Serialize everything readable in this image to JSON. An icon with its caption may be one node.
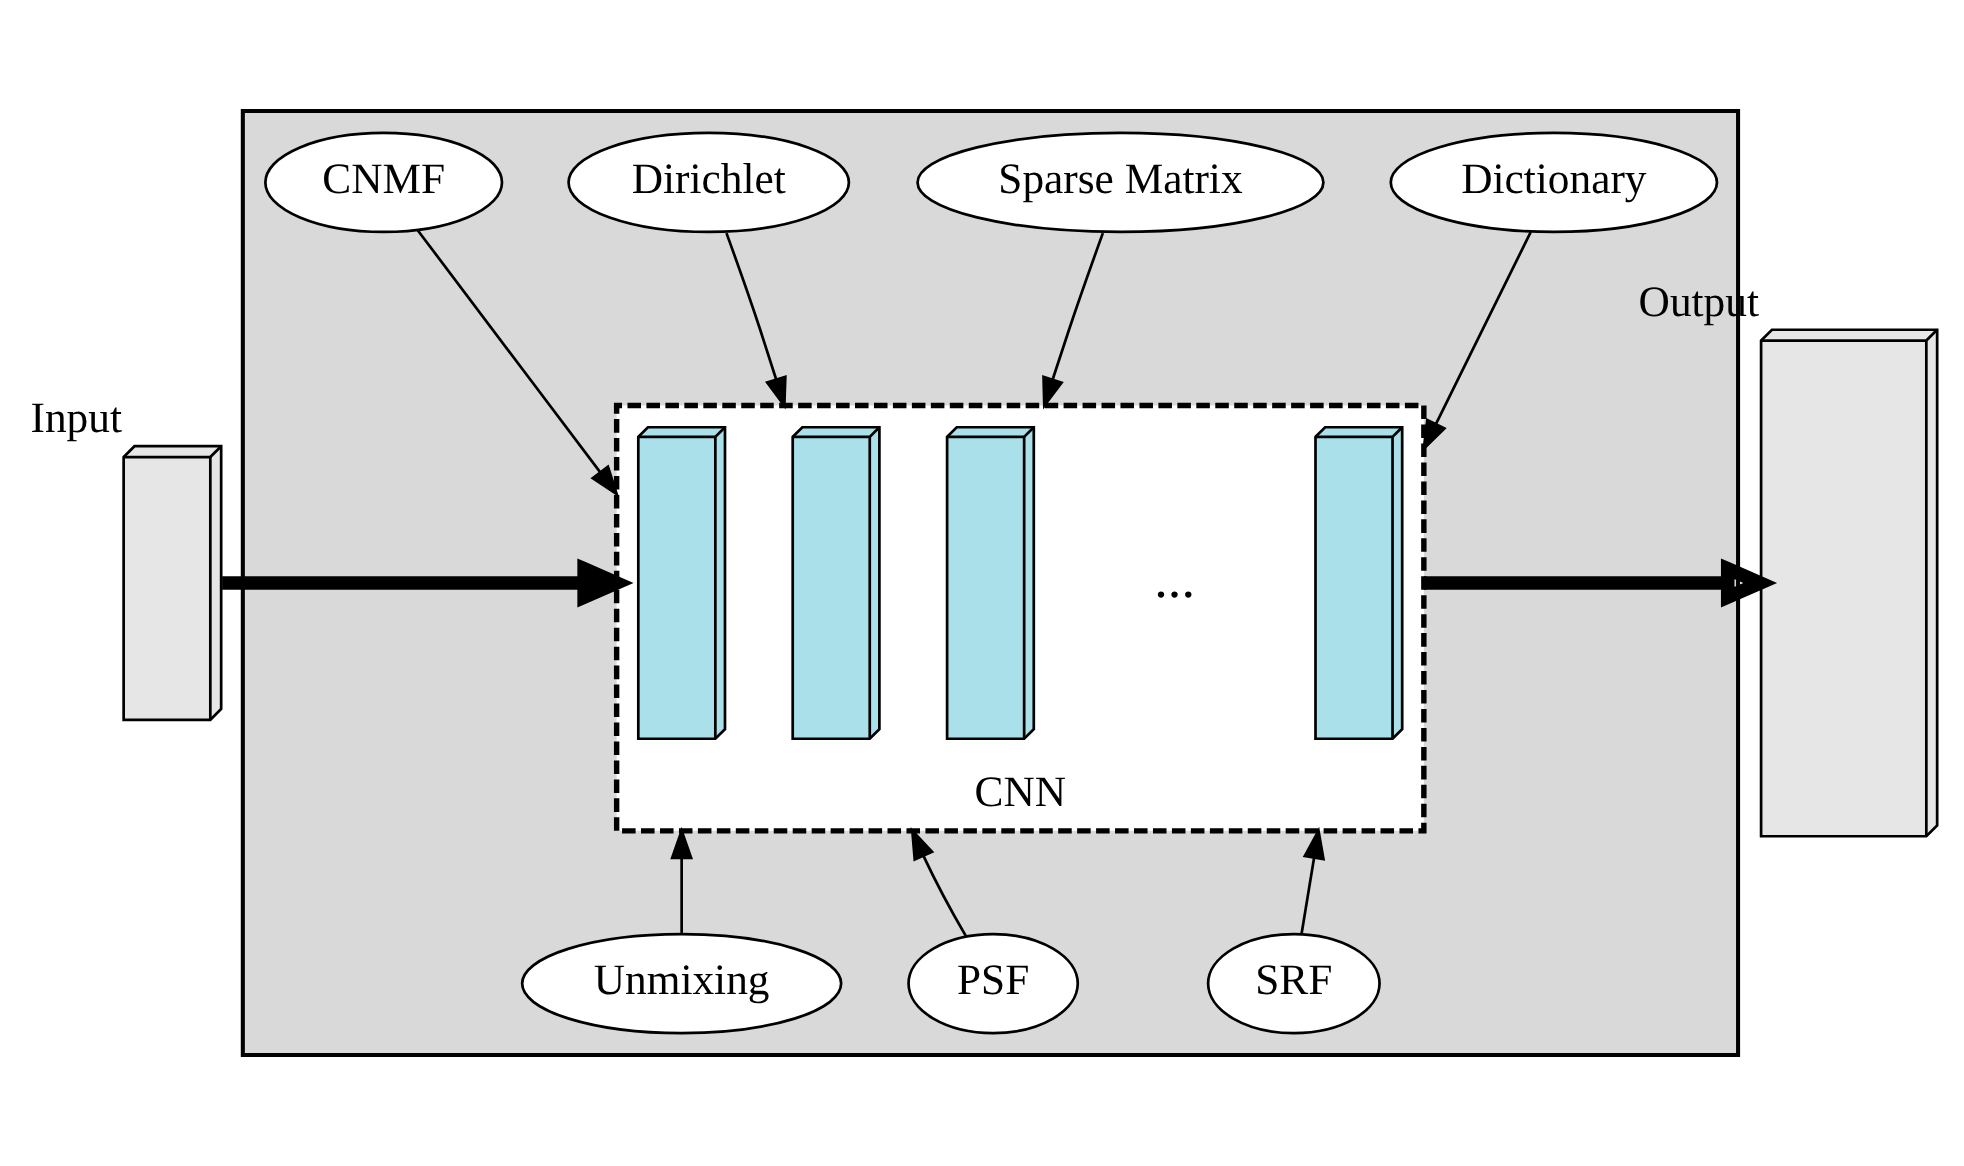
{
  "diagram": {
    "nodes": [
      {
        "text": [],
        "shape": "box"
      },
      {
        "text": [
          "CNMF"
        ],
        "in": 0
      },
      {
        "text": [
          "Dirichlet"
        ],
        "in": 0
      },
      {
        "text": [
          "Sparse Matrix"
        ],
        "in": 0
      },
      {
        "text": [
          "Dictionary"
        ],
        "in": 0
      },
      {
        "text": [
          "CNN"
        ],
        "in": 0
      },
      {
        "text": [],
        "shape": "box",
        "in": 5
      },
      {
        "text": [],
        "shape": "box",
        "in": 5
      },
      {
        "text": [],
        "shape": "box",
        "in": 5
      },
      {
        "text": [],
        "shape": "box",
        "in": 5
      },
      {
        "text": [
          "Unmixing"
        ],
        "in": 0
      },
      {
        "text": [
          "PSF"
        ],
        "in": 0
      },
      {
        "text": [
          "SRF"
        ],
        "in": 0
      },
      {
        "text": [],
        "shape": "box",
        "beside": [
          "Input"
        ]
      },
      {
        "text": [],
        "shape": "box",
        "beside": [
          "Output"
        ]
      }
    ],
    "edges": [
      {
        "from": 13,
        "to": 5,
        "arrow": "to",
        "style": "thick"
      },
      {
        "from": 5,
        "to": 14,
        "arrow": "to",
        "style": "thick"
      },
      {
        "from": 1,
        "to": 5,
        "arrow": "to"
      },
      {
        "from": 2,
        "to": 5,
        "arrow": "to"
      },
      {
        "from": 3,
        "to": 5,
        "arrow": "to"
      },
      {
        "from": 4,
        "to": 5,
        "arrow": "to"
      },
      {
        "from": 10,
        "to": 5,
        "arrow": "to"
      },
      {
        "from": 11,
        "to": 5,
        "arrow": "to"
      },
      {
        "from": 12,
        "to": 5,
        "arrow": "to"
      }
    ],
    "labels": [
      "..."
    ]
  }
}
